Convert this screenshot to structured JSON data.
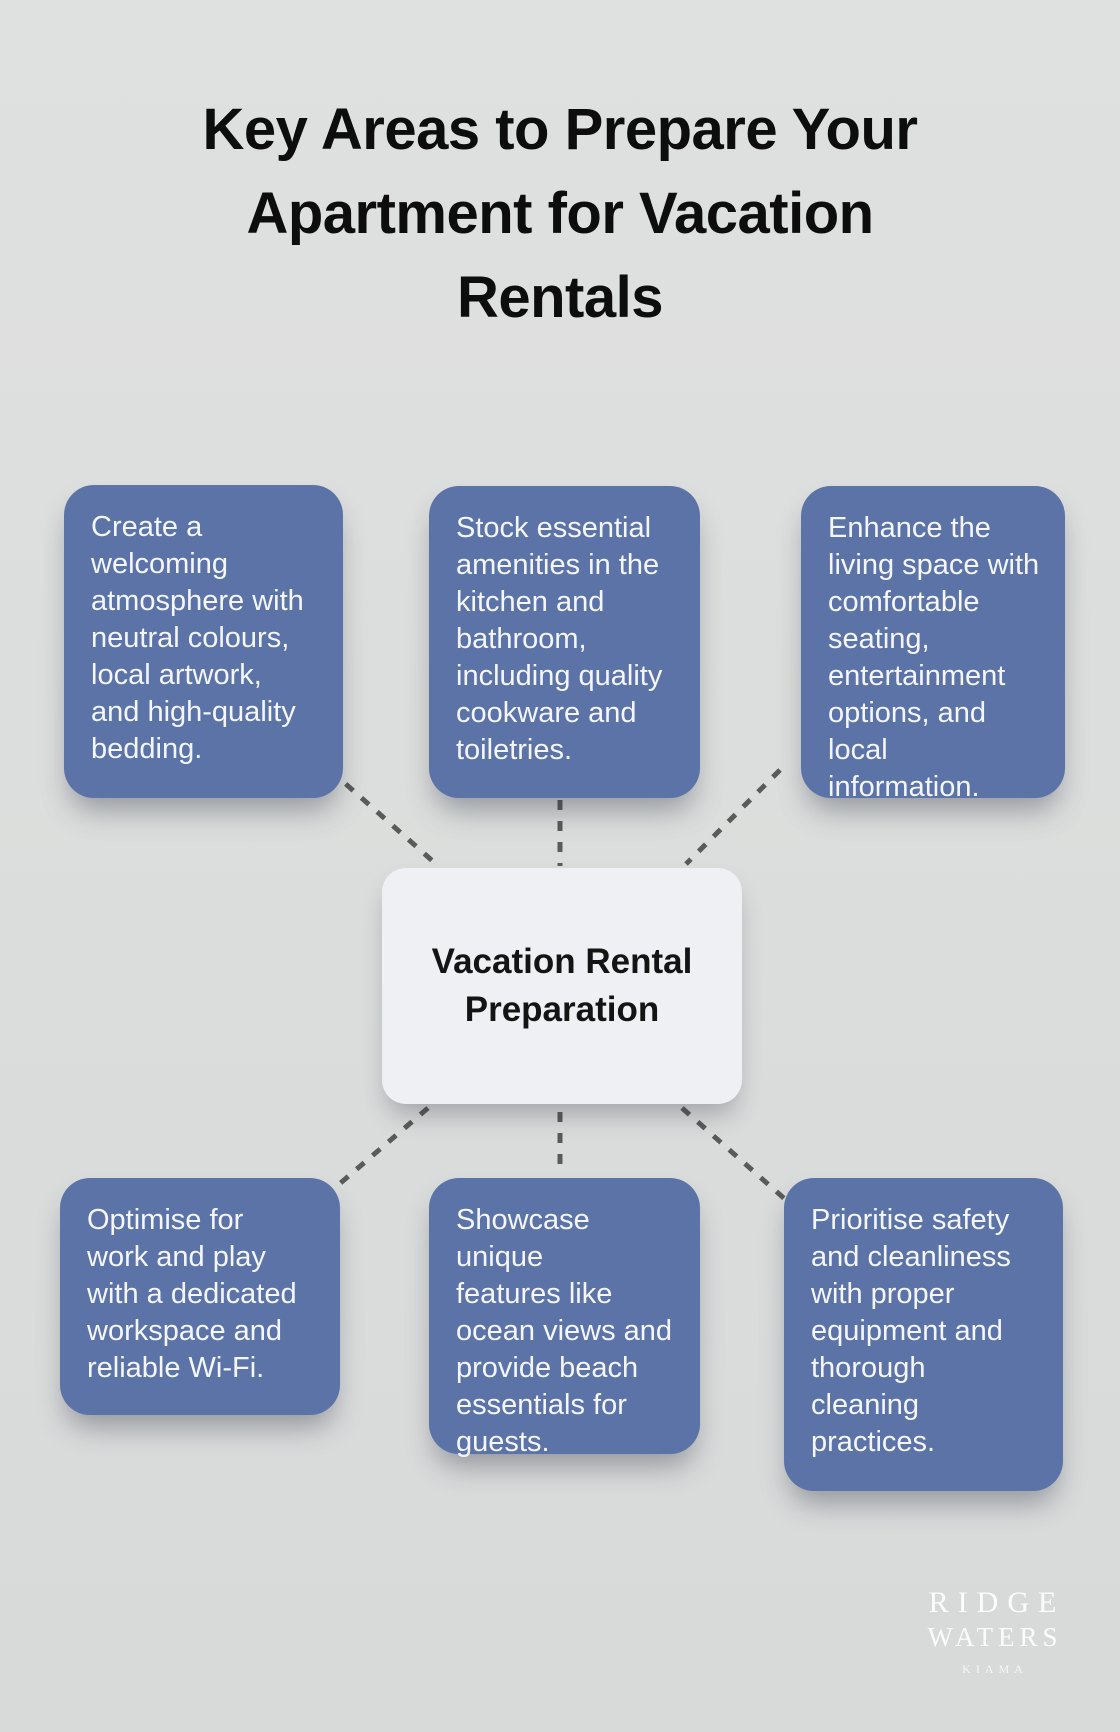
{
  "title": "Key Areas to Prepare Your\nApartment for Vacation\nRentals",
  "center": {
    "label": "Vacation Rental\nPreparation"
  },
  "nodes": [
    {
      "id": "top-left",
      "text": "Create a\nwelcoming\natmosphere with\nneutral colours,\nlocal artwork,\nand high-quality\nbedding."
    },
    {
      "id": "top-middle",
      "text": "Stock essential\namenities in the\nkitchen and\nbathroom,\nincluding quality\ncookware and\ntoiletries."
    },
    {
      "id": "top-right",
      "text": "Enhance the\nliving space with\ncomfortable\nseating,\nentertainment\noptions, and local\ninformation."
    },
    {
      "id": "bottom-left",
      "text": "Optimise for\nwork and play\nwith a dedicated\nworkspace and\nreliable Wi-Fi."
    },
    {
      "id": "bottom-middle",
      "text": "Showcase unique\nfeatures like\nocean views and\nprovide beach\nessentials for\nguests."
    },
    {
      "id": "bottom-right",
      "text": "Prioritise safety\nand cleanliness\nwith proper\nequipment and\nthorough\ncleaning\npractices."
    }
  ],
  "logo": {
    "line1": "RIDGE",
    "line2": "WATERS",
    "line3": "KIAMA"
  },
  "colors": {
    "background": "#dcdedd",
    "node_fill": "#5b73a6",
    "node_text": "#f4f6f9",
    "center_fill": "#eef0f3",
    "center_text": "#141414",
    "connector": "#5a5a5a",
    "title_text": "#0d0d0d",
    "logo_text": "#ffffff"
  }
}
